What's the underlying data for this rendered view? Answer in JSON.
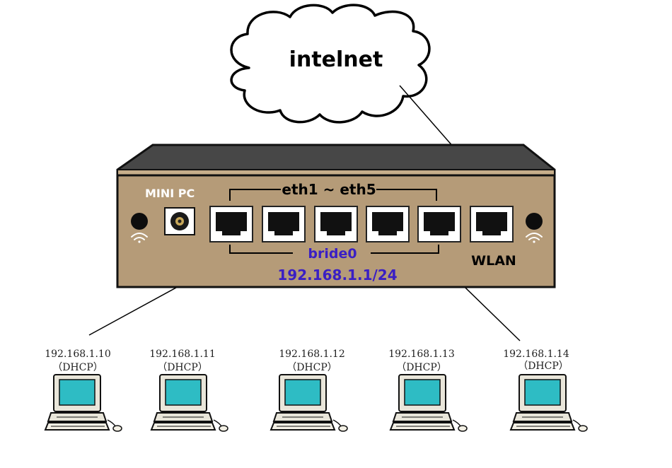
{
  "cloud": {
    "label": "intelnet"
  },
  "device": {
    "brand_label": "MINI PC",
    "port_group_label": "eth1 ~ eth5",
    "bridge_label": "bride0",
    "bridge_ip": "192.168.1.1/24",
    "wan_label": "WLAN"
  },
  "clients": [
    {
      "ip": "192.168.1.10",
      "mode": "（DHCP）"
    },
    {
      "ip": "192.168.1.11",
      "mode": "（DHCP）"
    },
    {
      "ip": "192.168.1.12",
      "mode": "（DHCP）"
    },
    {
      "ip": "192.168.1.13",
      "mode": "（DHCP）"
    },
    {
      "ip": "192.168.1.14",
      "mode": "（DHCP）"
    }
  ],
  "colors": {
    "chassis_front": "#b59b78",
    "chassis_top": "#474747",
    "bridge_text": "#3a1fc4",
    "screen": "#2ebcc4"
  }
}
